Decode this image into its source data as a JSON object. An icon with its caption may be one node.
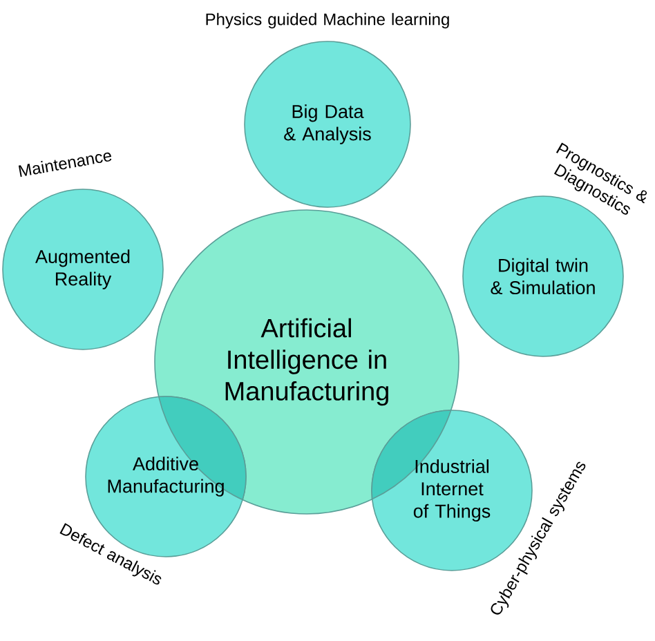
{
  "diagram": {
    "nodes": [
      {
        "text": [
          "Artificial Intelligence in Manufacturing"
        ]
      },
      {
        "text": [
          "Big Data & Analysis"
        ],
        "beside": [
          "Physics guided Machine learning"
        ]
      },
      {
        "text": [
          "Augmented Reality"
        ],
        "beside": [
          "Maintenance"
        ]
      },
      {
        "text": [
          "Digital twin & Simulation"
        ],
        "beside": [
          "Prognostics & Diagnostics"
        ]
      },
      {
        "text": [
          "Additive Manufacturing"
        ],
        "beside": [
          "Defect analysis"
        ]
      },
      {
        "text": [
          "Industrial Internet of Things"
        ],
        "beside": [
          "Cyber-physical systems"
        ]
      }
    ]
  }
}
